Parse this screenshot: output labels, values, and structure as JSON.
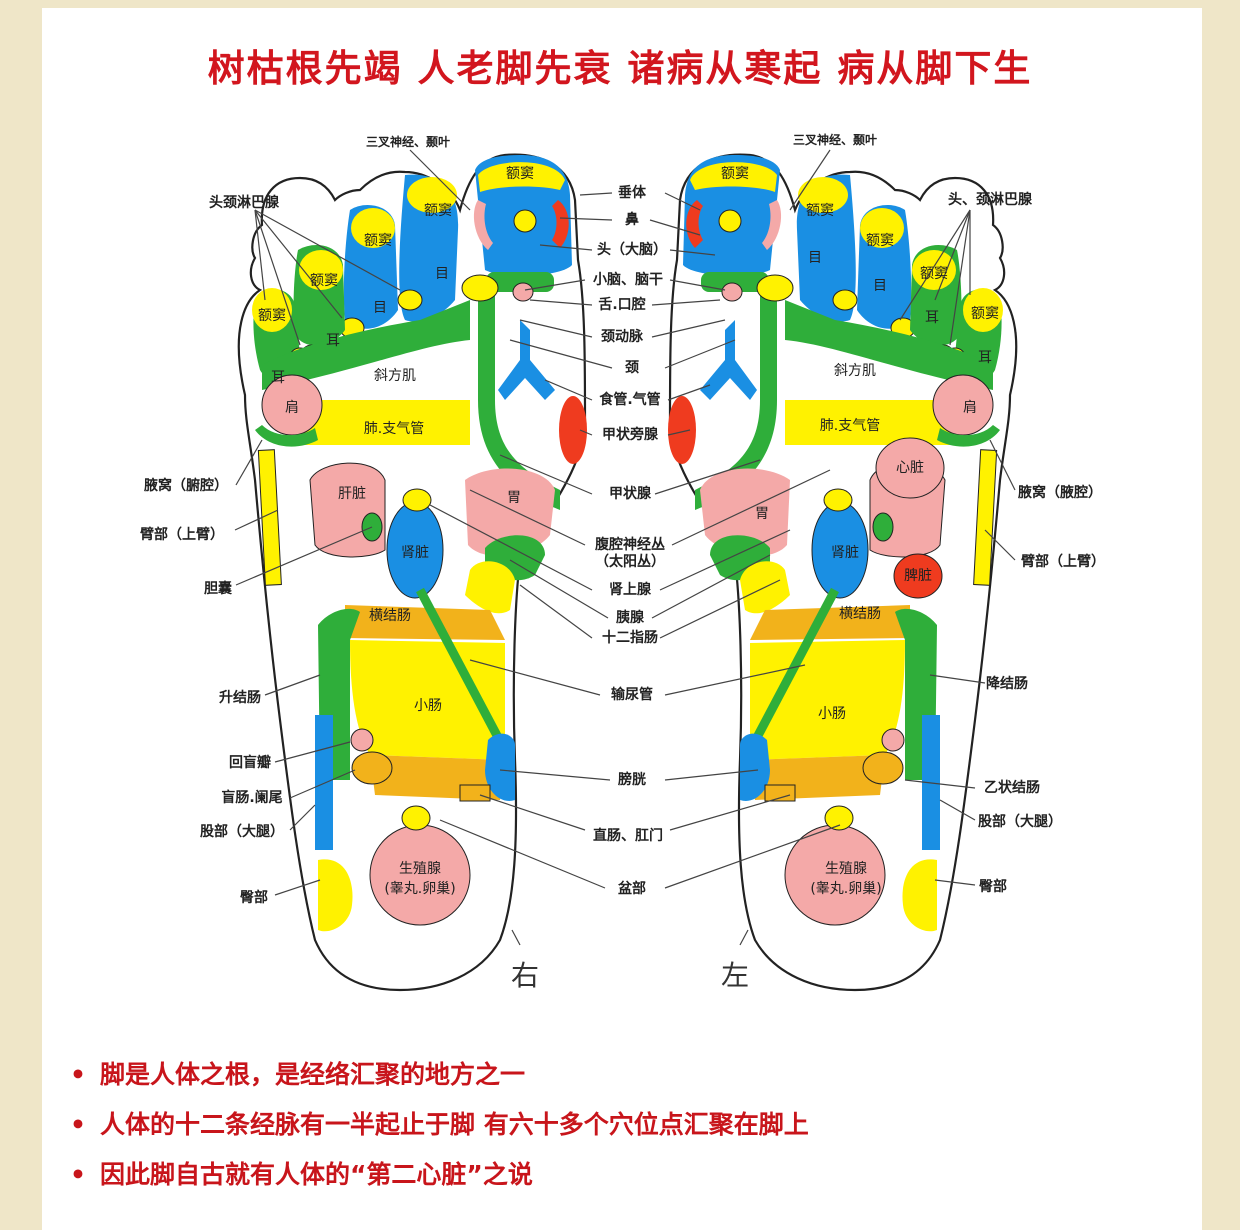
{
  "title": "树枯根先竭 人老脚先衰 诸病从寒起 病从脚下生",
  "colors": {
    "blue": "#1a8fe3",
    "yellow": "#fff200",
    "green": "#2fae3a",
    "pink": "#f4a9a8",
    "red": "#ef3b1f",
    "orange": "#f2b21b",
    "title_red": "#d2161e"
  },
  "feet": {
    "right_caption": "右",
    "left_caption": "左"
  },
  "labels": {
    "sinus": "额窦",
    "eye": "目",
    "ear": "耳",
    "trapezius": "斜方肌",
    "shoulder": "肩",
    "lung": "肺.支气管",
    "liver": "肝脏",
    "heart": "心脏",
    "spleen": "脾脏",
    "kidney": "肾脏",
    "stomach": "胃",
    "transverse_colon": "横结肠",
    "small_intestine": "小肠",
    "gonad": "生殖腺",
    "gonad_detail": "(睾丸.卵巢)"
  },
  "center_labels": [
    "垂体",
    "鼻",
    "头（大脑）",
    "小脑、脑干",
    "舌.口腔",
    "颈动脉",
    "颈",
    "食管.气管",
    "甲状旁腺",
    "甲状腺",
    "腹腔神经丛",
    "（太阳丛）",
    "肾上腺",
    "胰腺",
    "十二指肠",
    "输尿管",
    "膀胱",
    "直肠、肛门",
    "盆部"
  ],
  "left_side_labels": [
    "三叉神经、颞叶",
    "头颈淋巴腺",
    "腋窝（腑腔）",
    "臂部（上臂）",
    "胆囊",
    "升结肠",
    "回盲瓣",
    "盲肠.阑尾",
    "股部（大腿）",
    "臀部"
  ],
  "right_side_labels": [
    "三叉神经、颞叶",
    "头、颈淋巴腺",
    "腋窝（腋腔）",
    "臂部（上臂）",
    "降结肠",
    "乙状结肠",
    "股部（大腿）",
    "臀部"
  ],
  "bullets": [
    "脚是人体之根，是经络汇聚的地方之一",
    "人体的十二条经脉有一半起止于脚 有六十多个穴位点汇聚在脚上",
    "因此脚自古就有人体的“第二心脏”之说"
  ]
}
